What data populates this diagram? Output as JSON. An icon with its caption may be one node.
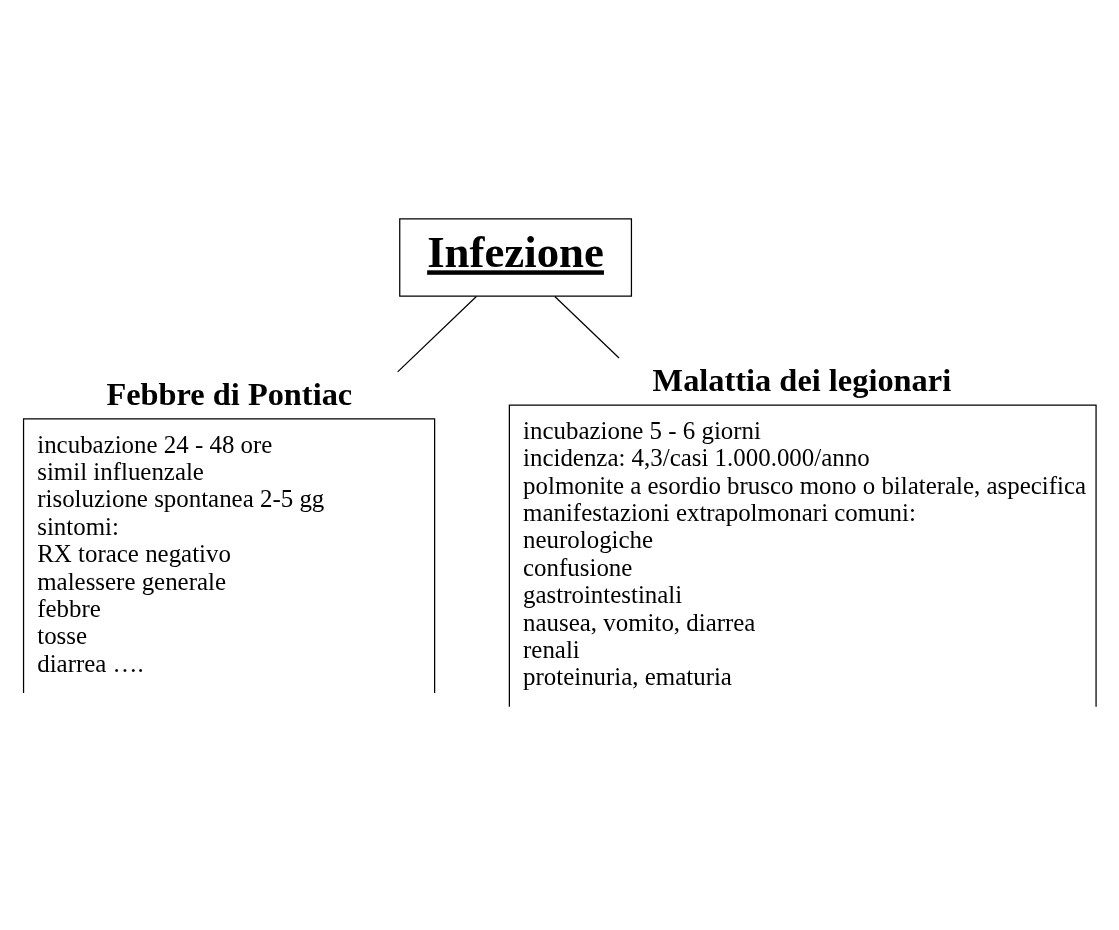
{
  "diagram": {
    "nodes": [
      {
        "text": [
          "Infezione"
        ]
      },
      {
        "text": [
          "Febbre di Pontiac",
          "incubazione 24 - 48 ore",
          "simil influenzale",
          "risoluzione spontanea 2-5 gg",
          "sintomi:",
          "RX torace negativo",
          "malessere generale",
          "febbre",
          "tosse",
          "diarrea …."
        ]
      },
      {
        "text": [
          "Malattia dei legionari",
          "incubazione 5 - 6 giorni",
          "incidenza: 4,3/casi 1.000.000/anno",
          "polmonite a esordio brusco mono o bilaterale, aspecifica",
          "manifestazioni extrapolmonari comuni:",
          "neurologiche",
          "confusione",
          "gastrointestinali",
          "nausea, vomito, diarrea",
          "renali",
          "proteinuria, ematuria"
        ]
      }
    ],
    "edges": [
      {
        "from": 0,
        "to": 1,
        "arrow": "none"
      },
      {
        "from": 0,
        "to": 2,
        "arrow": "none"
      }
    ]
  }
}
